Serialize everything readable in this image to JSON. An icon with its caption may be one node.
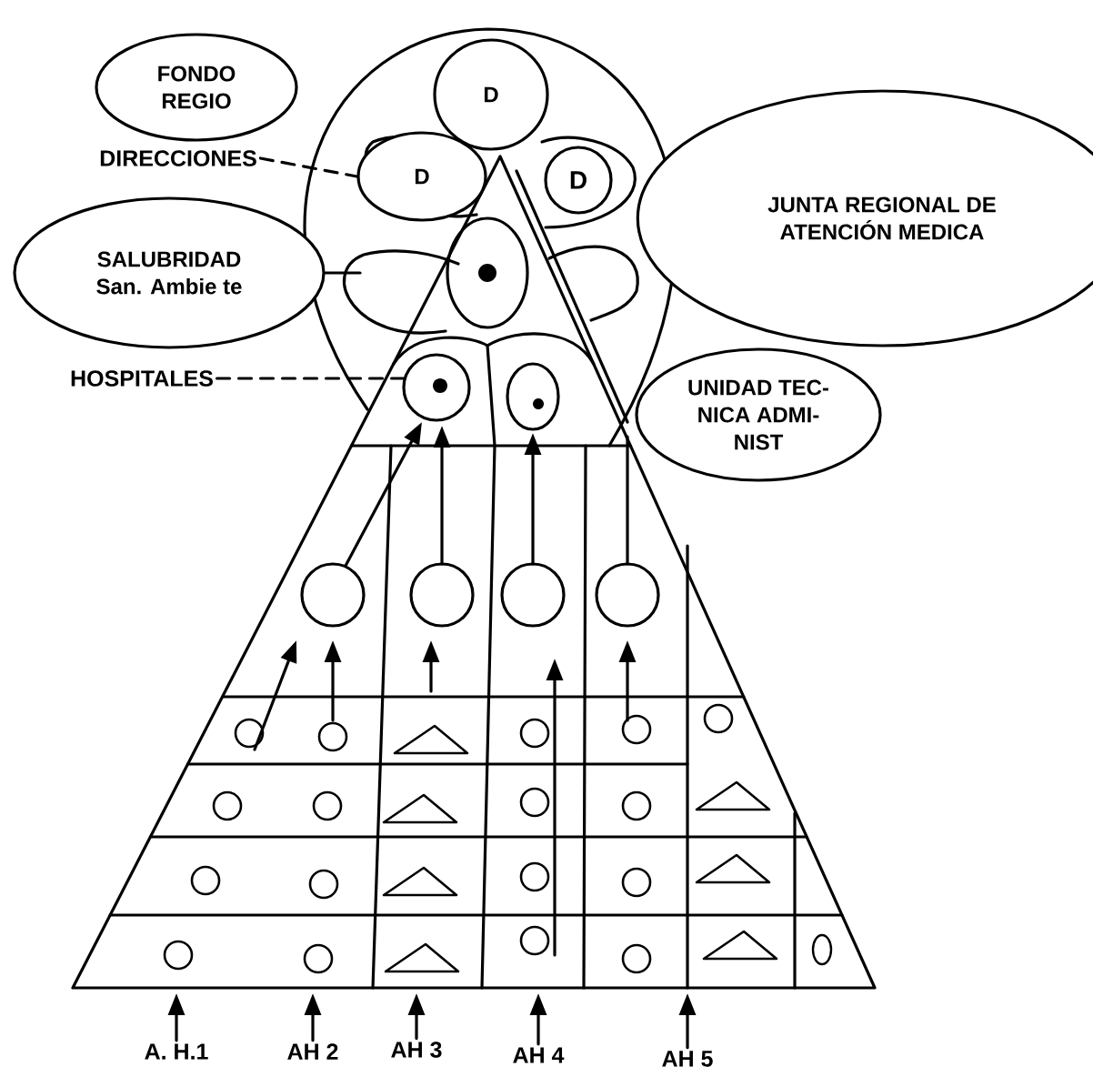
{
  "diagram": {
    "nodes": [
      {
        "text": [
          "FONDO REGIO"
        ]
      },
      {
        "text": [
          "D"
        ]
      },
      {
        "text": [
          "D"
        ]
      },
      {
        "text": [
          "D"
        ]
      },
      {
        "text": [
          "JUNTA REGIONAL DE ATENCIÓN MEDICA"
        ]
      },
      {
        "text": [
          "SALUBRIDAD",
          "San. Ambie te"
        ]
      },
      {
        "text": [
          "UNIDAD TEC- NICA ADMI- NIST"
        ]
      },
      {
        "text": [
          "DIRECCIONES"
        ]
      },
      {
        "text": [
          "HOSPITALES"
        ]
      },
      {
        "text": [
          "A. H.1"
        ]
      },
      {
        "text": [
          "AH 2"
        ]
      },
      {
        "text": [
          "AH 3"
        ]
      },
      {
        "text": [
          "AH 4"
        ]
      },
      {
        "text": [
          "AH 5"
        ]
      }
    ],
    "edges": [
      {
        "from": 7,
        "to": 2,
        "arrow": "none",
        "style": "dashed"
      },
      {
        "from": 5,
        "to": null,
        "arrow": "none"
      },
      {
        "from": 8,
        "to": null,
        "arrow": "none",
        "style": "dashed"
      },
      {
        "from": 9,
        "to": null,
        "arrow": "to"
      },
      {
        "from": 10,
        "to": null,
        "arrow": "to"
      },
      {
        "from": 11,
        "to": null,
        "arrow": "to"
      },
      {
        "from": 12,
        "to": null,
        "arrow": "to"
      },
      {
        "from": 13,
        "to": null,
        "arrow": "to"
      }
    ]
  }
}
